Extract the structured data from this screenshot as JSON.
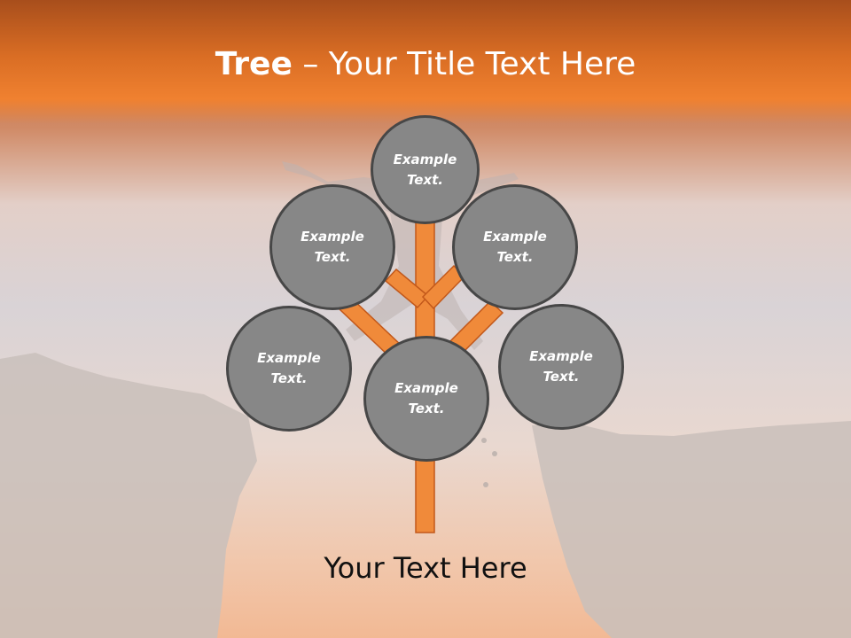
{
  "slide": {
    "title_bold": "Tree",
    "title_rest": " – Your Title Text Here",
    "caption": "Your Text Here"
  },
  "tree": {
    "nodes": [
      {
        "id": "top",
        "text": "Example\nText."
      },
      {
        "id": "upper-left",
        "text": "Example\nText."
      },
      {
        "id": "upper-right",
        "text": "Example\nText."
      },
      {
        "id": "lower-left",
        "text": "Example\nText."
      },
      {
        "id": "lower-right",
        "text": "Example\nText."
      },
      {
        "id": "center",
        "text": "Example\nText."
      }
    ]
  },
  "colors": {
    "header": "#f08130",
    "branch": "#f08a3a",
    "branch_outline": "#c2581a",
    "node_fill": "#878787",
    "node_border": "#474747"
  }
}
